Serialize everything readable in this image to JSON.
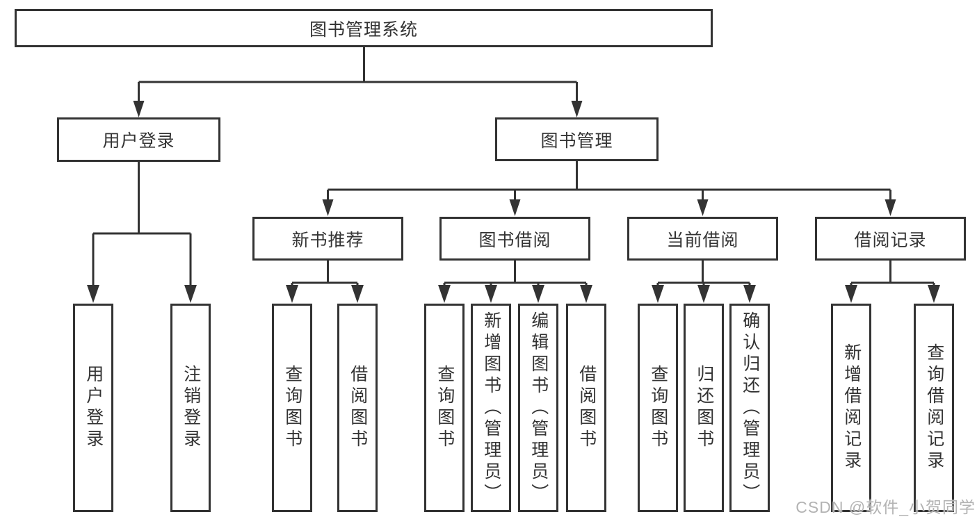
{
  "diagram": {
    "title": "图书管理系统",
    "nodes": {
      "root": {
        "label": "图书管理系统"
      },
      "level2": [
        {
          "label": "用户登录",
          "parent": "图书管理系统"
        },
        {
          "label": "图书管理",
          "parent": "图书管理系统"
        }
      ],
      "level3": [
        {
          "label": "新书推荐",
          "parent": "图书管理"
        },
        {
          "label": "图书借阅",
          "parent": "图书管理"
        },
        {
          "label": "当前借阅",
          "parent": "图书管理"
        },
        {
          "label": "借阅记录",
          "parent": "图书管理"
        }
      ],
      "leaves": [
        {
          "label": "用户登录",
          "parent": "用户登录"
        },
        {
          "label": "注销登录",
          "parent": "用户登录"
        },
        {
          "label": "查询图书",
          "parent": "新书推荐"
        },
        {
          "label": "借阅图书",
          "parent": "新书推荐"
        },
        {
          "label": "查询图书",
          "parent": "图书借阅"
        },
        {
          "label": "新增图书（管理员）",
          "parent": "图书借阅"
        },
        {
          "label": "编辑图书（管理员）",
          "parent": "图书借阅"
        },
        {
          "label": "借阅图书",
          "parent": "图书借阅"
        },
        {
          "label": "查询图书",
          "parent": "当前借阅"
        },
        {
          "label": "归还图书",
          "parent": "当前借阅"
        },
        {
          "label": "确认归还（管理员）",
          "parent": "当前借阅"
        },
        {
          "label": "新增借阅记录",
          "parent": "借阅记录"
        },
        {
          "label": "查询借阅记录",
          "parent": "借阅记录"
        }
      ]
    }
  },
  "watermark": "CSDN @软件_小贺同学",
  "colors": {
    "line": "#333333",
    "text": "#333333",
    "box_background": "#ffffff",
    "page_background": "#ffffff",
    "watermark": "#b3b3b3"
  }
}
